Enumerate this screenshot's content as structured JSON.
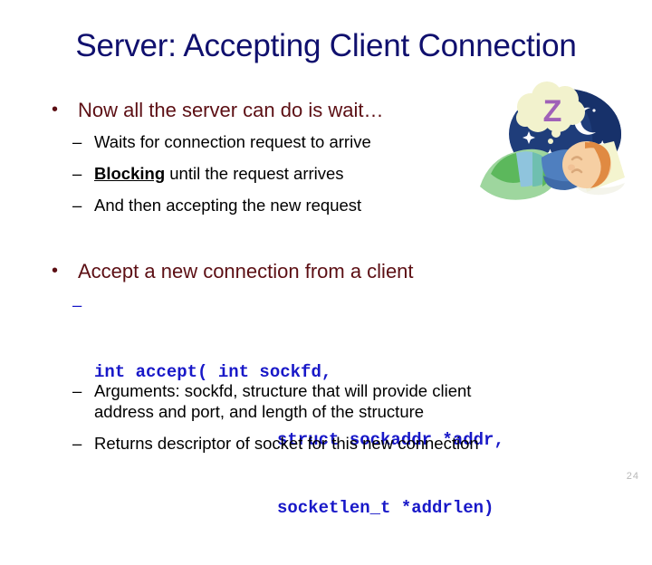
{
  "slide": {
    "title": "Server: Accepting Client Connection",
    "page_number": "24",
    "background_color": "#ffffff",
    "title_color": "#10106e",
    "bullet_color": "#5c0f14",
    "sub_bullet_color": "#000000",
    "code_color": "#1818c8",
    "page_number_color": "#b8b8b8"
  },
  "content": {
    "bullet1": {
      "marker": "•",
      "text": "Now all the server can do is wait…",
      "sub_items": [
        {
          "marker": "–",
          "text": "Waits for connection request to arrive"
        },
        {
          "marker": "–",
          "emphasis": "Blocking",
          "rest": " until the request arrives"
        },
        {
          "marker": "–",
          "text": "And then accepting the new request"
        }
      ]
    },
    "bullet2": {
      "marker": "•",
      "text": "Accept a new connection from a client",
      "code": {
        "marker": "–",
        "lines": [
          "int accept( int sockfd,",
          "struct sockaddr *addr,",
          "socketlen_t *addrlen)"
        ]
      },
      "sub_items": [
        {
          "marker": "–",
          "text": "Arguments: sockfd, structure that will provide client",
          "continuation": "address and port, and length of the structure"
        },
        {
          "marker": "–",
          "text": "Returns descriptor of socket for this new connection"
        }
      ]
    }
  },
  "clipart": {
    "name": "sleeping-baby-illustration",
    "thought_letter": "Z",
    "colors": {
      "night_sky": "#1f3d7a",
      "night_sky_dark": "#17316a",
      "bubble": "#f2f2cd",
      "letter_z": "#a061b8",
      "moon": "#ffffff",
      "pillow": "#f4f4cf",
      "skin": "#f6cfa3",
      "hair": "#e08a42",
      "blanket_green": "#5cb85c",
      "blanket_lightgreen": "#9ed69e",
      "blanket_blue": "#8fc4dd",
      "blanket_teal": "#6fbfb0"
    }
  }
}
